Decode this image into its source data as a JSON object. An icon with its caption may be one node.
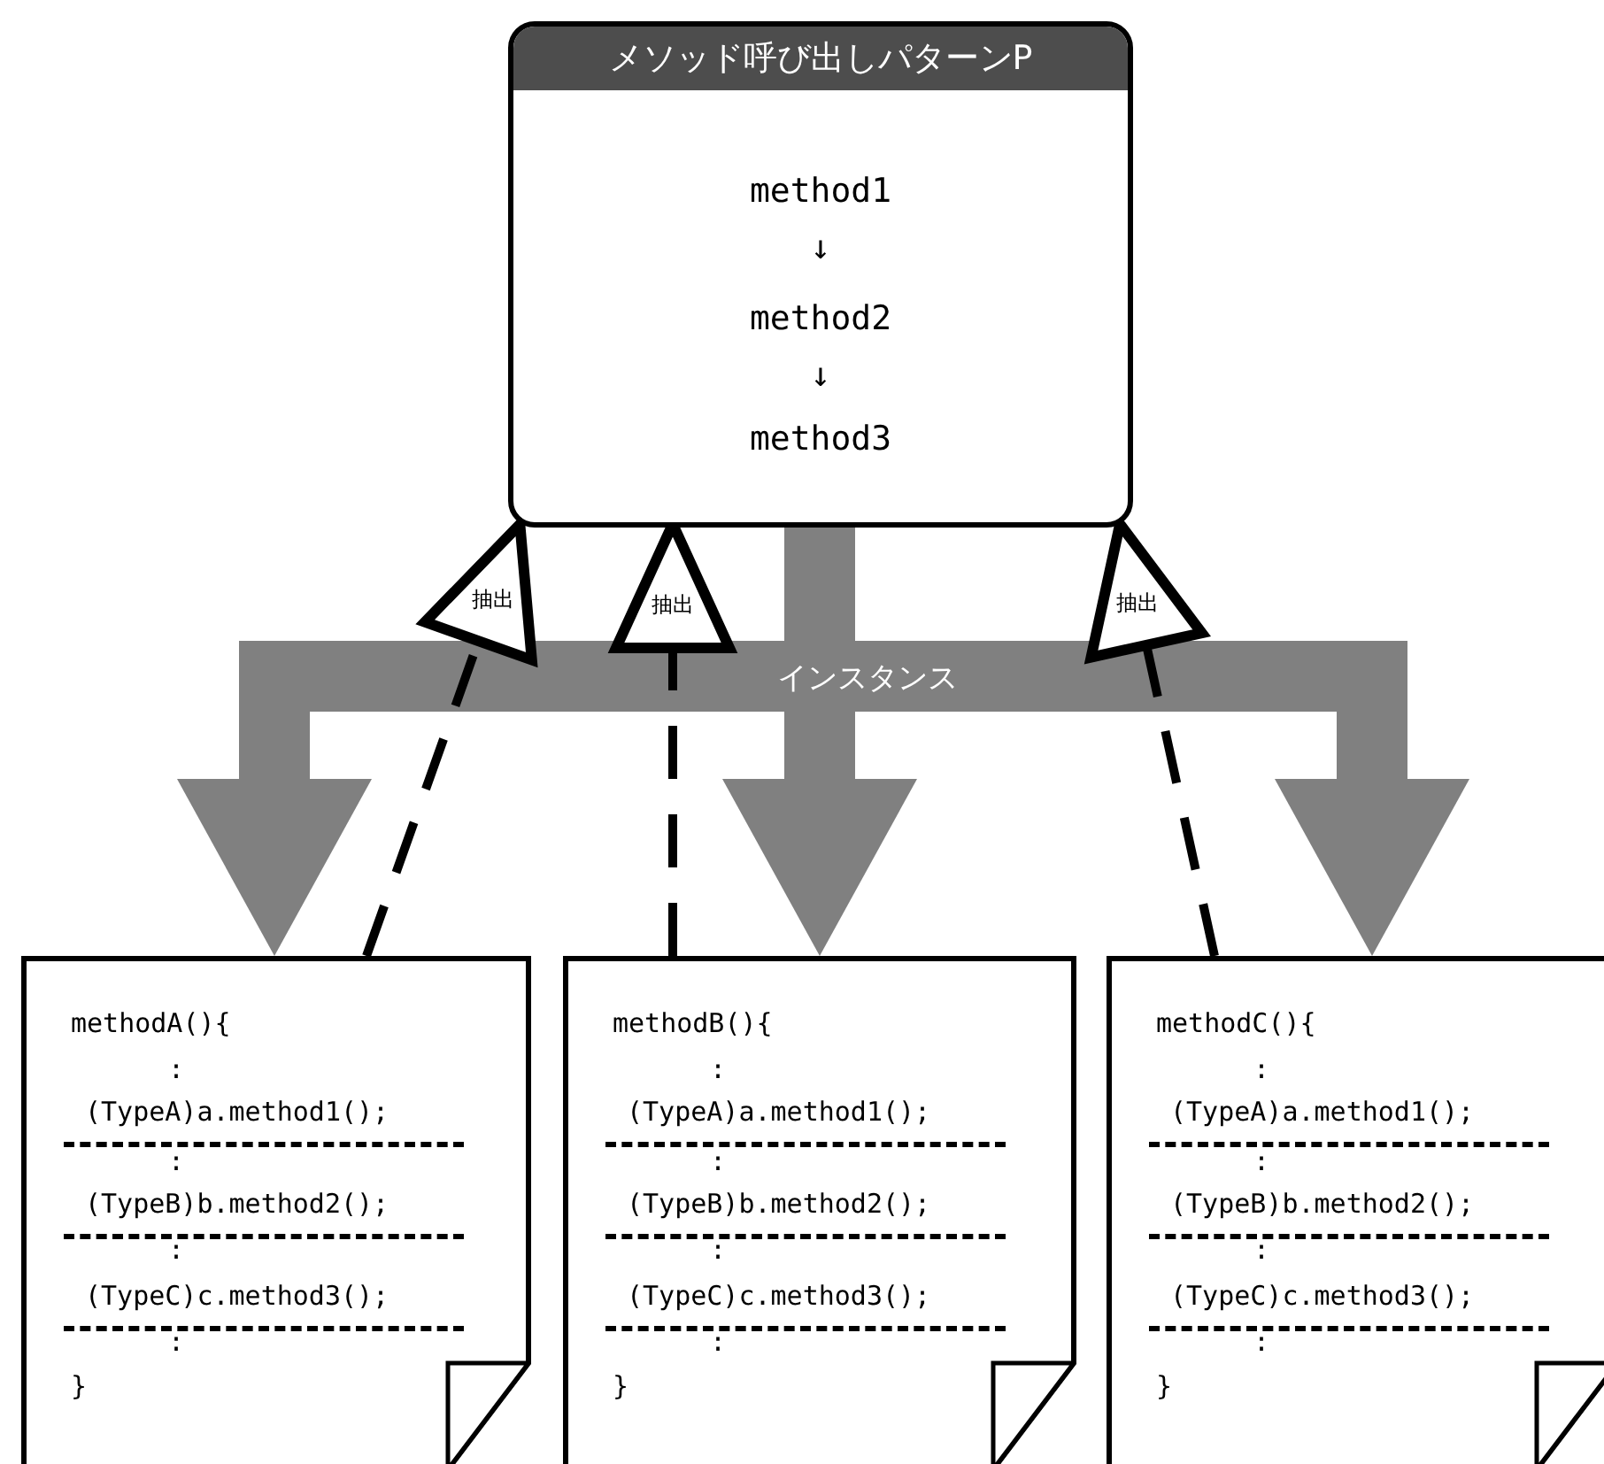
{
  "diagram": {
    "nodes": [
      {
        "text": [
          "メソッド呼び出しパターンP",
          "method1",
          "↓",
          "method2",
          "↓",
          "method3"
        ]
      },
      {
        "text": [
          "methodA(){",
          ":",
          "(TypeA)a.method1();",
          ":",
          "(TypeB)b.method2();",
          ":",
          "(TypeC)c.method3();",
          ":",
          "}"
        ]
      },
      {
        "text": [
          "methodB(){",
          ":",
          "(TypeA)a.method1();",
          ":",
          "(TypeB)b.method2();",
          ":",
          "(TypeC)c.method3();",
          ":",
          "}"
        ]
      },
      {
        "text": [
          "methodC(){",
          ":",
          "(TypeA)a.method1();",
          ":",
          "(TypeB)b.method2();",
          ":",
          "(TypeC)c.method3();",
          ":",
          "}"
        ]
      }
    ],
    "edges": [
      {
        "from": 0,
        "to": 1,
        "arrow": "to",
        "style": "thick",
        "color": "#808080"
      },
      {
        "from": 0,
        "to": 2,
        "arrow": "to",
        "style": "thick",
        "color": "#808080",
        "label": "インスタンス"
      },
      {
        "from": 0,
        "to": 3,
        "arrow": "to",
        "style": "thick",
        "color": "#808080"
      },
      {
        "from": 1,
        "to": 0,
        "arrow": "to",
        "style": "dashed",
        "color": "#000000",
        "label": "抽出"
      },
      {
        "from": 2,
        "to": 0,
        "arrow": "to",
        "style": "dashed",
        "color": "#000000",
        "label": "抽出"
      },
      {
        "from": 3,
        "to": 0,
        "arrow": "to",
        "style": "dashed",
        "color": "#000000",
        "label": "抽出"
      }
    ]
  }
}
